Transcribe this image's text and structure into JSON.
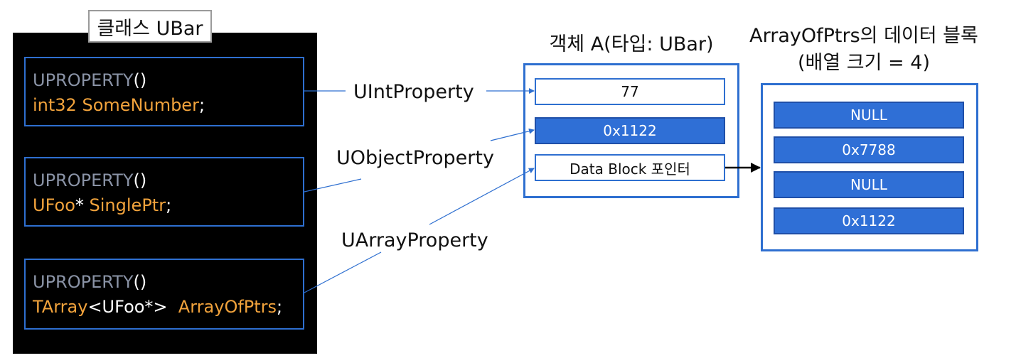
{
  "class_panel": {
    "title": "클래스 UBar",
    "properties": [
      {
        "macro": "UPROPERTY",
        "parens": "()",
        "type": "int32",
        "sep": " ",
        "name": "SomeNumber",
        "end": ";"
      },
      {
        "macro": "UPROPERTY",
        "parens": "()",
        "type": "UFoo",
        "sep": "* ",
        "name": "SinglePtr",
        "end": ";"
      },
      {
        "macro": "UPROPERTY",
        "parens": "()",
        "type": "TArray",
        "sep": "<UFoo*>  ",
        "name": "ArrayOfPtrs",
        "end": ";"
      }
    ]
  },
  "property_types": [
    "UIntProperty",
    "UObjectProperty",
    "UArrayProperty"
  ],
  "object": {
    "title": "객체 A(타입: UBar)",
    "slots": [
      "77",
      "0x1122",
      "Data Block 포인터"
    ]
  },
  "array_block": {
    "title_line1": "ArrayOfPtrs의 데이터 블록",
    "title_line2": "(배열 크기 = 4)",
    "cells": [
      "NULL",
      "0x7788",
      "NULL",
      "0x1122"
    ]
  },
  "colors": {
    "accent_blue": "#2e6fd0",
    "cell_blue": "#2f6fd6",
    "code_orange": "#f2a33c",
    "macro_gray": "#8a93a6"
  }
}
